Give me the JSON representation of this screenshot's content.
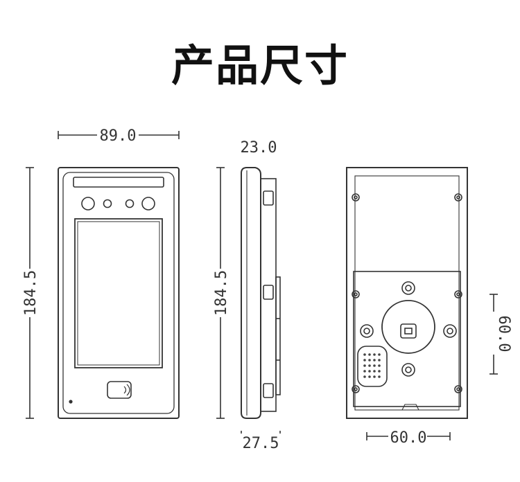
{
  "title": "产品尺寸",
  "dimensions": {
    "front_width": "89.0",
    "front_height": "184.5",
    "side_depth_top": "23.0",
    "side_height": "184.5",
    "side_depth_bottom": "27.5",
    "back_bracket_height": "60.0",
    "back_bracket_width": "60.0"
  }
}
